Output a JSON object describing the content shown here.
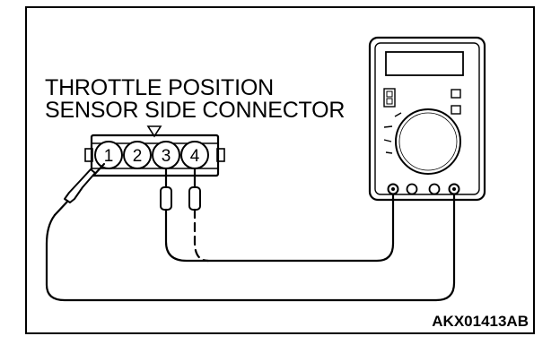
{
  "diagram": {
    "label_line1": "THROTTLE POSITION",
    "label_line2": "SENSOR SIDE CONNECTOR",
    "figure_code": "AKX01413AB",
    "connector_pins": [
      "1",
      "2",
      "3",
      "4"
    ]
  }
}
